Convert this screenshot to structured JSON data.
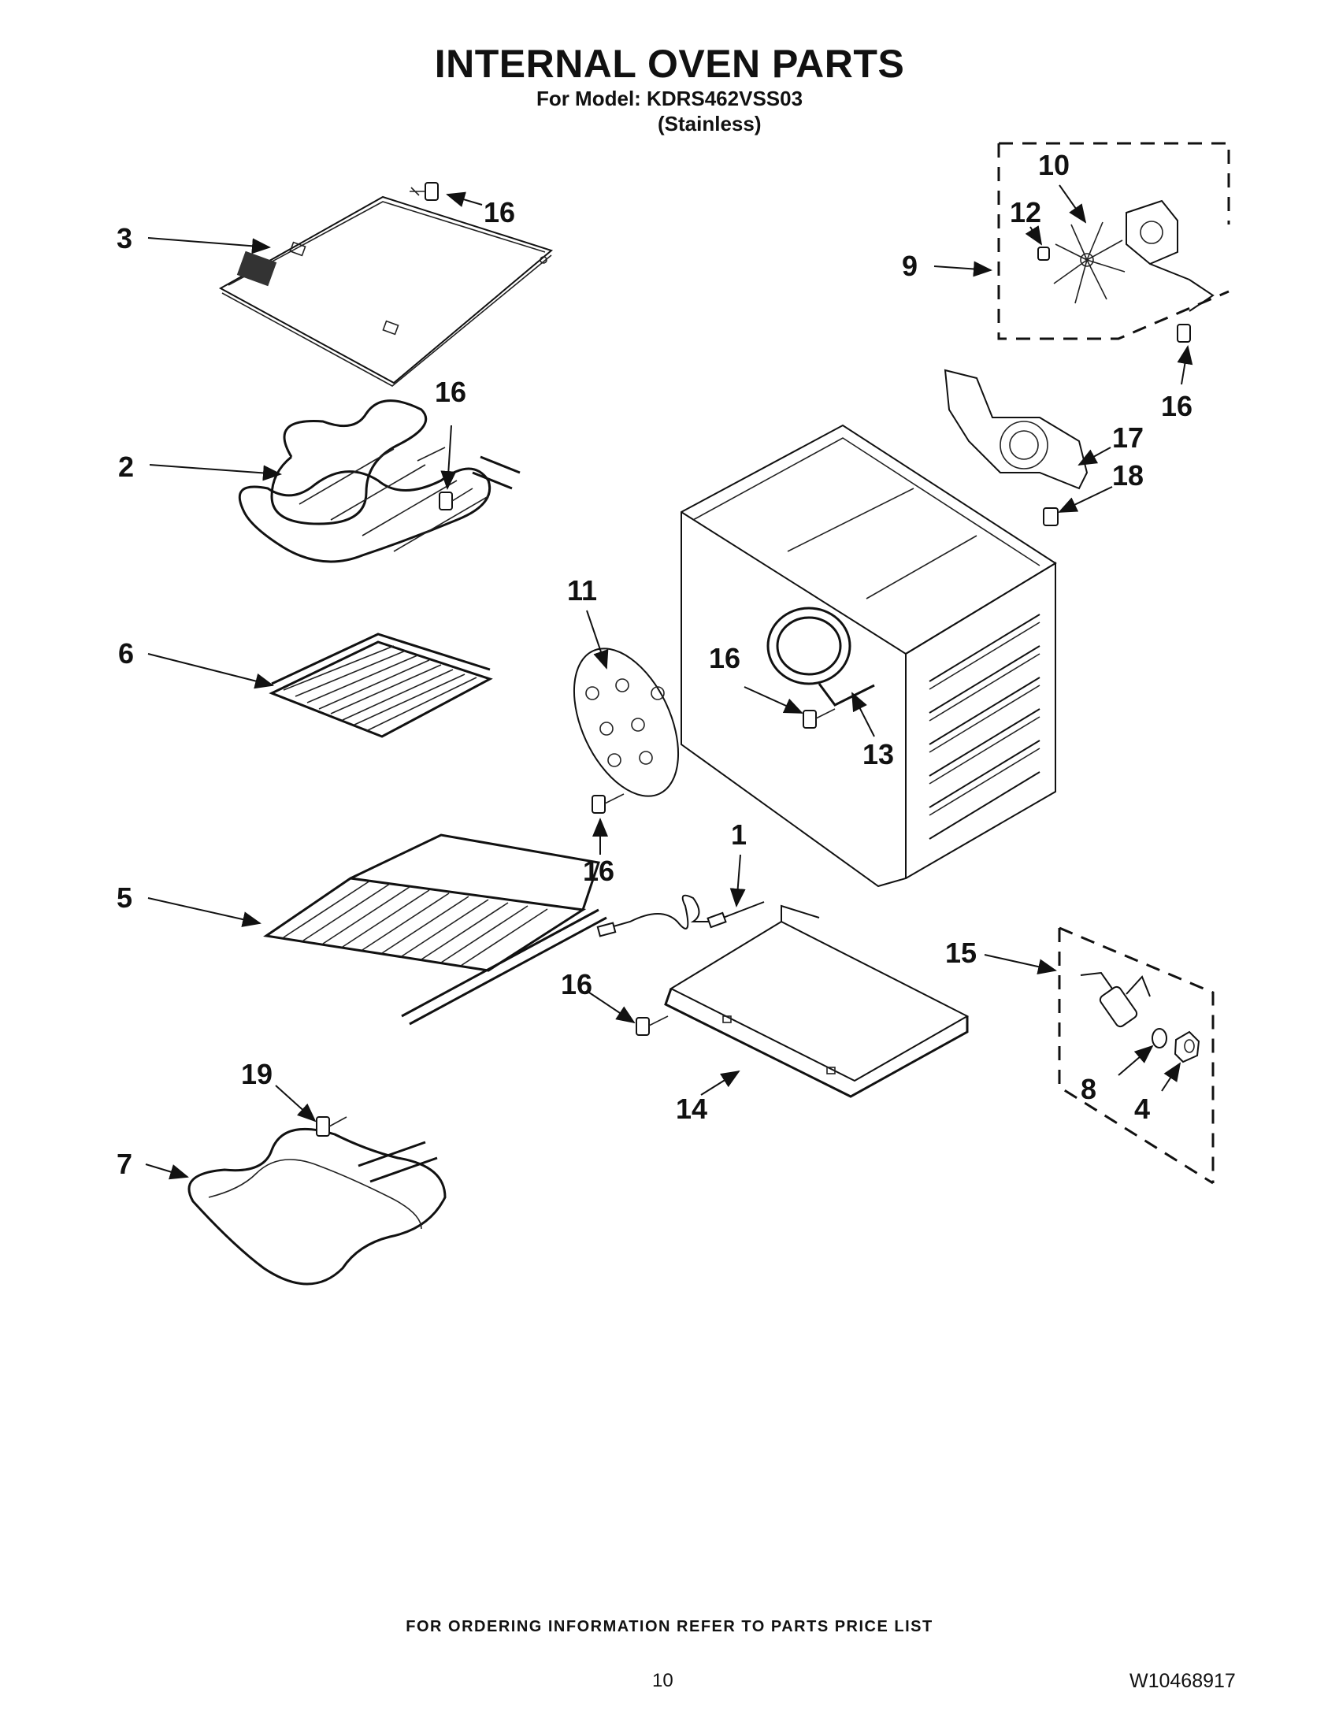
{
  "header": {
    "title": "INTERNAL OVEN PARTS",
    "model_line": "For Model: KDRS462VSS03",
    "variant": "(Stainless)"
  },
  "callouts": {
    "c1": "1",
    "c2": "2",
    "c3": "3",
    "c4": "4",
    "c5": "5",
    "c6": "6",
    "c7": "7",
    "c8": "8",
    "c9": "9",
    "c10": "10",
    "c11": "11",
    "c12": "12",
    "c13": "13",
    "c14": "14",
    "c15": "15",
    "c16": "16",
    "c17": "17",
    "c18": "18",
    "c19": "19"
  },
  "footer": {
    "note": "FOR ORDERING INFORMATION REFER TO PARTS PRICE LIST",
    "page_number": "10",
    "document_number": "W10468917"
  }
}
